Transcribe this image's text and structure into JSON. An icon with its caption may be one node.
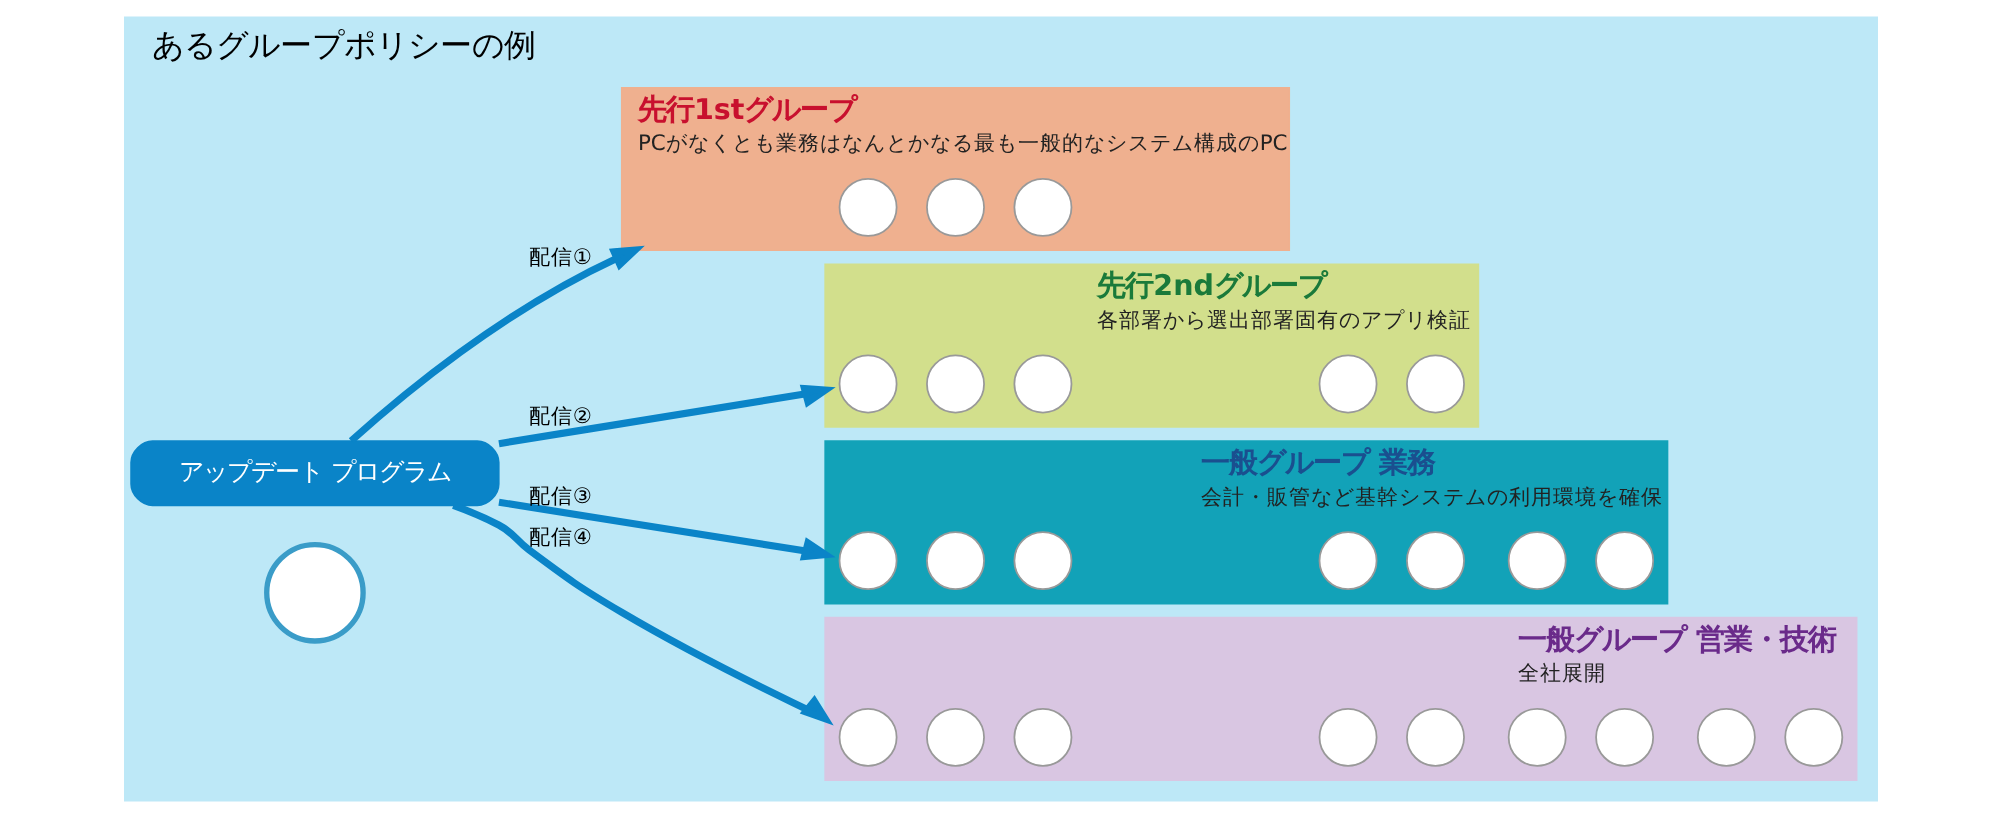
{
  "diagram": {
    "title": "あるグループポリシーの例",
    "nodes": [
      {
        "text": [],
        "shape": "circle"
      },
      {
        "text": [
          "アップデート プログラム"
        ]
      },
      {
        "text": [
          "先行1stグループ",
          "PCがなくとも業務はなんとかなる最も一般的なシステム構成のPC"
        ]
      },
      {
        "text": [],
        "shape": "circle",
        "in": 2
      },
      {
        "text": [],
        "shape": "circle",
        "in": 2
      },
      {
        "text": [],
        "shape": "circle",
        "in": 2
      },
      {
        "text": [
          "先行2ndグループ",
          "各部署から選出部署固有のアプリ検証"
        ]
      },
      {
        "text": [],
        "shape": "circle",
        "in": 6
      },
      {
        "text": [],
        "shape": "circle",
        "in": 6
      },
      {
        "text": [],
        "shape": "circle",
        "in": 6
      },
      {
        "text": [],
        "shape": "circle",
        "in": 6
      },
      {
        "text": [],
        "shape": "circle",
        "in": 6
      },
      {
        "text": [
          "一般グループ 業務",
          "会計・販管など基幹システムの利用環境を確保"
        ]
      },
      {
        "text": [],
        "shape": "circle",
        "in": 12
      },
      {
        "text": [],
        "shape": "circle",
        "in": 12
      },
      {
        "text": [],
        "shape": "circle",
        "in": 12
      },
      {
        "text": [],
        "shape": "circle",
        "in": 12
      },
      {
        "text": [],
        "shape": "circle",
        "in": 12
      },
      {
        "text": [],
        "shape": "circle",
        "in": 12
      },
      {
        "text": [],
        "shape": "circle",
        "in": 12
      },
      {
        "text": [
          "一般グループ 営業・技術",
          "全社展開"
        ]
      },
      {
        "text": [],
        "shape": "circle",
        "in": 20
      },
      {
        "text": [],
        "shape": "circle",
        "in": 20
      },
      {
        "text": [],
        "shape": "circle",
        "in": 20
      },
      {
        "text": [],
        "shape": "circle",
        "in": 20
      },
      {
        "text": [],
        "shape": "circle",
        "in": 20
      },
      {
        "text": [],
        "shape": "circle",
        "in": 20
      },
      {
        "text": [],
        "shape": "circle",
        "in": 20
      },
      {
        "text": [],
        "shape": "circle",
        "in": 20
      },
      {
        "text": [],
        "shape": "circle",
        "in": 20
      }
    ],
    "edges": [
      {
        "from": 1,
        "to": 2,
        "arrow": "to",
        "label": "配信①"
      },
      {
        "from": 1,
        "to": 6,
        "arrow": "to",
        "label": "配信②"
      },
      {
        "from": 1,
        "to": 12,
        "arrow": "to",
        "label": "配信③"
      },
      {
        "from": 1,
        "to": 20,
        "arrow": "to",
        "label": "配信④"
      }
    ]
  }
}
